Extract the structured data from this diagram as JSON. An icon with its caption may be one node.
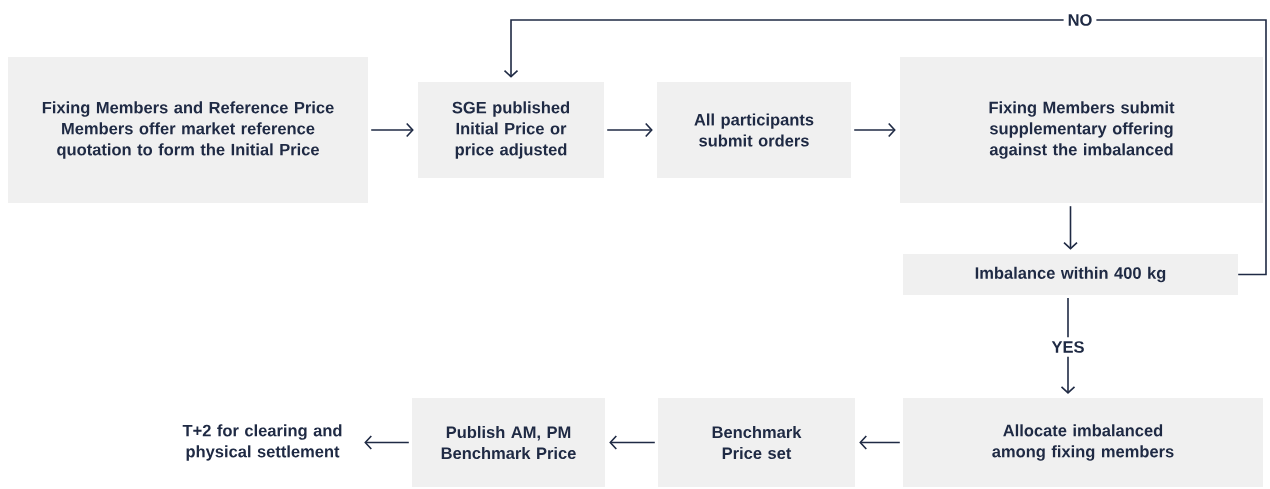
{
  "diagram": {
    "nodes": [
      {
        "text": [
          "Fixing Members and Reference Price Members offer market reference quotation to form the Initial Price"
        ]
      },
      {
        "text": [
          "SGE published Initial Price or price adjusted"
        ]
      },
      {
        "text": [
          "All participants submit orders"
        ]
      },
      {
        "text": [
          "Fixing Members submit supplementary offering against the imbalanced"
        ]
      },
      {
        "text": [
          "Imbalance within 400 kg"
        ]
      },
      {
        "text": [
          "Allocate imbalanced among fixing members"
        ]
      },
      {
        "text": [
          "Benchmark Price set"
        ]
      },
      {
        "text": [
          "Publish AM, PM Benchmark Price"
        ]
      },
      {
        "text": [
          "T+2 for clearing and physical settlement"
        ]
      }
    ],
    "edges": [
      {
        "from": 0,
        "to": 1,
        "arrow": "to"
      },
      {
        "from": 1,
        "to": 2,
        "arrow": "to"
      },
      {
        "from": 2,
        "to": 3,
        "arrow": "to"
      },
      {
        "from": 3,
        "to": 4,
        "arrow": "to"
      },
      {
        "from": 4,
        "to": 1,
        "arrow": "to",
        "label": "NO"
      },
      {
        "from": 4,
        "to": 5,
        "arrow": "to",
        "label": "YES"
      },
      {
        "from": 5,
        "to": 6,
        "arrow": "to"
      },
      {
        "from": 6,
        "to": 7,
        "arrow": "to"
      },
      {
        "from": 7,
        "to": 8,
        "arrow": "to"
      }
    ]
  }
}
